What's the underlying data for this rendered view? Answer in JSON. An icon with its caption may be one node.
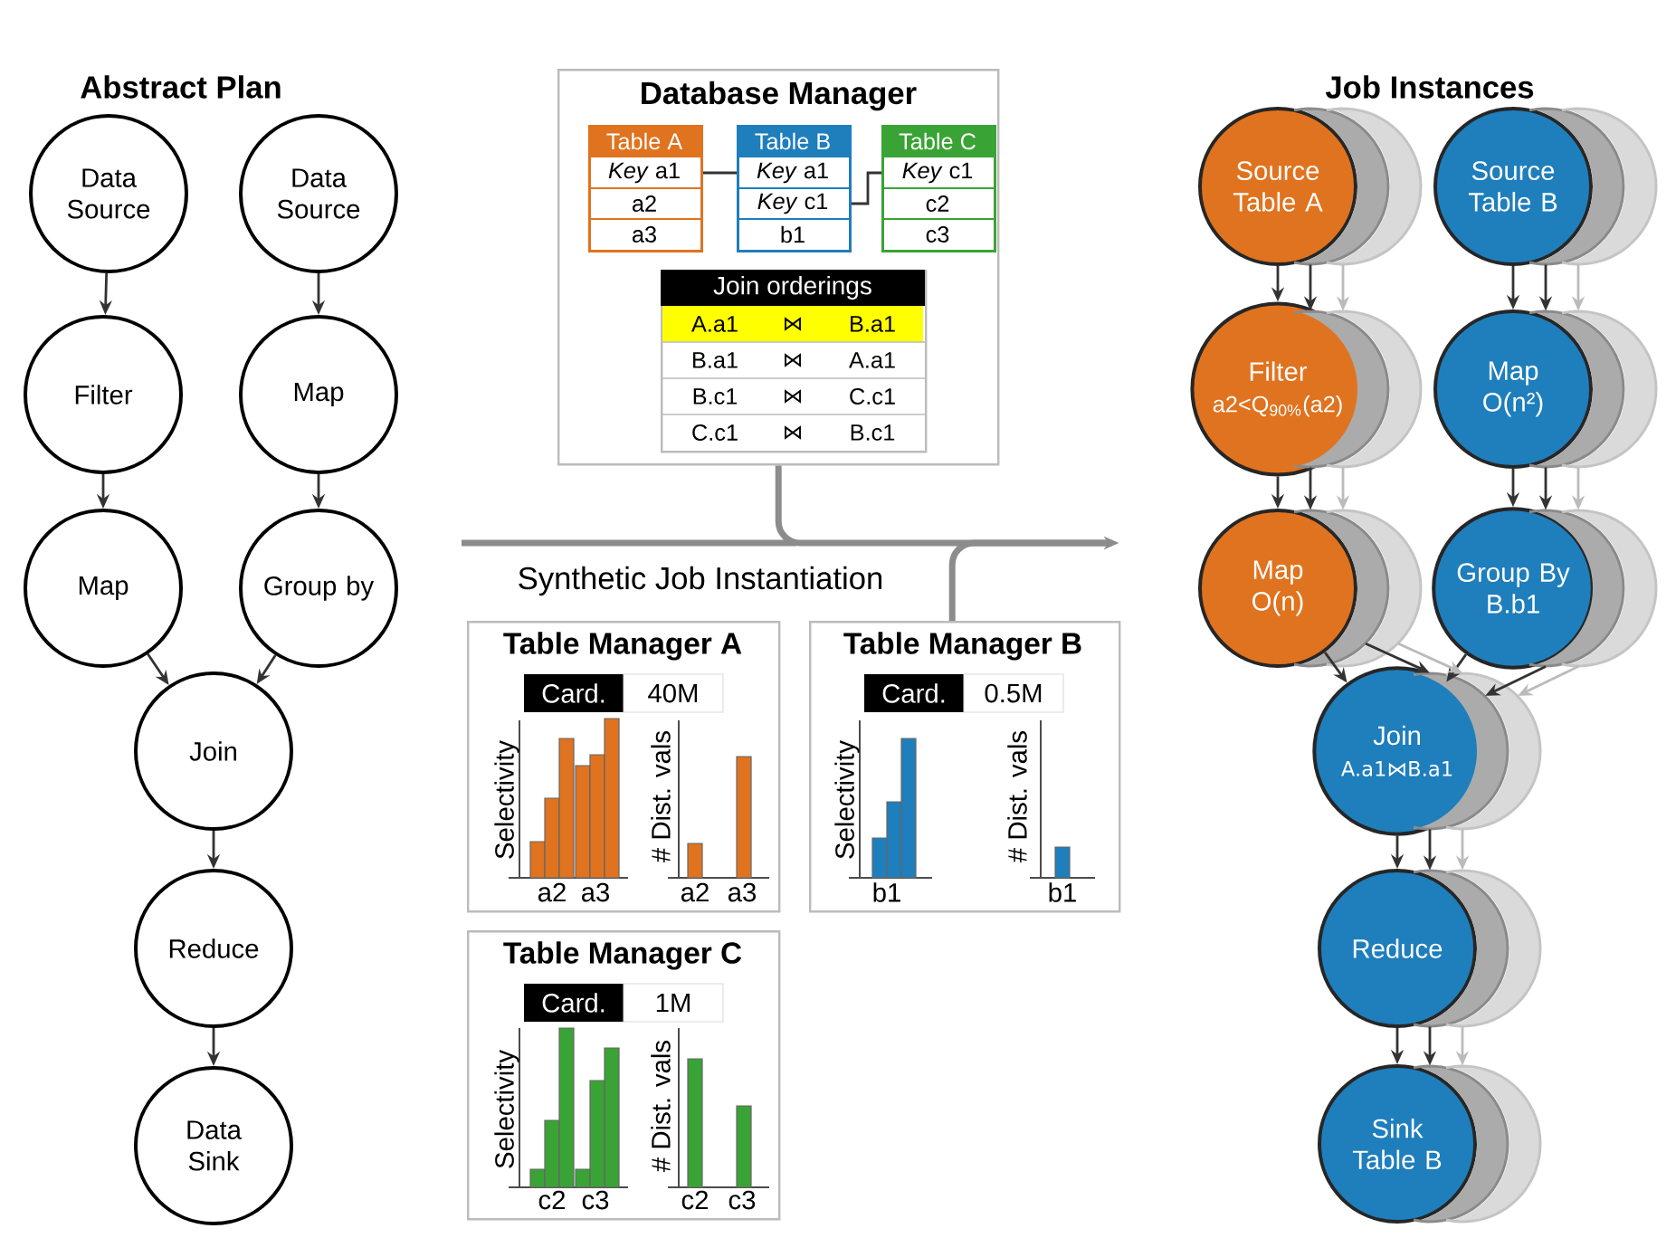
{
  "diagram": {
    "nodes": [
      {
        "text": [
          "Data Source"
        ]
      },
      {
        "text": [
          "Data Source"
        ]
      },
      {
        "text": [
          "Filter"
        ]
      },
      {
        "text": [
          "Map"
        ]
      },
      {
        "text": [
          "Map"
        ]
      },
      {
        "text": [
          "Group by"
        ]
      },
      {
        "text": [
          "Join"
        ]
      },
      {
        "text": [
          "Reduce"
        ]
      },
      {
        "text": [
          "Data Sink"
        ]
      },
      {
        "text": [
          "Database Manager"
        ]
      },
      {
        "text": [
          "Table A",
          "*Key* a1",
          "a2",
          "a3"
        ],
        "in": 9
      },
      {
        "text": [
          "Table B",
          "*Key* a1",
          "*Key* c1",
          "b1"
        ],
        "in": 9
      },
      {
        "text": [
          "Table C",
          "*Key* c1",
          "c2",
          "c3"
        ],
        "in": 9
      },
      {
        "text": [
          "Join orderings",
          "A.a1",
          "⋈",
          "B.a1",
          "B.a1",
          "⋈",
          "A.a1",
          "B.c1",
          "⋈",
          "C.c1",
          "C.c1",
          "⋈",
          "B.c1"
        ],
        "in": 9
      },
      {
        "text": [
          "Table Manager A",
          "Card.",
          "40M",
          "Selectivity",
          "a2",
          "a3",
          "# Dist. vals",
          "a2",
          "a3"
        ]
      },
      {
        "text": [
          "Table Manager B",
          "Card.",
          "0.5M",
          "Selectivity",
          "b1",
          "# Dist. vals",
          "b1"
        ]
      },
      {
        "text": [
          "Table Manager C",
          "Card.",
          "1M",
          "Selectivity",
          "c2",
          "c3",
          "# Dist. vals",
          "c2",
          "c3"
        ]
      },
      {
        "text": [
          "Source Table A"
        ]
      },
      {
        "text": [
          "Source Table B"
        ]
      },
      {
        "text": [
          "Filter",
          "a2<Q$_{90%}$(a2)"
        ]
      },
      {
        "text": [
          "Map",
          "O(n²)"
        ]
      },
      {
        "text": [
          "Map",
          "O(n)"
        ]
      },
      {
        "text": [
          "Group By",
          "B.b1"
        ]
      },
      {
        "text": [
          "Join",
          "A.a1⋈B.a1"
        ]
      },
      {
        "text": [
          "Reduce"
        ]
      },
      {
        "text": [
          "Sink Table B"
        ]
      },
      {
        "text": [],
        "shape": "circle"
      },
      {
        "text": [],
        "shape": "circle"
      },
      {
        "text": [],
        "shape": "circle"
      },
      {
        "text": [],
        "shape": "circle"
      },
      {
        "text": [],
        "shape": "circle"
      },
      {
        "text": [],
        "shape": "circle"
      },
      {
        "text": [],
        "shape": "circle"
      },
      {
        "text": [],
        "shape": "circle"
      },
      {
        "text": [],
        "shape": "circle"
      },
      {
        "text": [],
        "shape": "circle"
      },
      {
        "text": [],
        "shape": "circle"
      },
      {
        "text": [],
        "shape": "circle"
      },
      {
        "text": [],
        "shape": "circle"
      },
      {
        "text": [],
        "shape": "circle"
      },
      {
        "text": [],
        "shape": "circle"
      },
      {
        "text": [],
        "shape": "circle"
      },
      {
        "text": [],
        "shape": "circle"
      },
      {
        "text": [],
        "shape": "circle"
      }
    ],
    "edges": [
      {
        "from": 0,
        "to": 2,
        "arrow": "to"
      },
      {
        "from": 2,
        "to": 4,
        "arrow": "to"
      },
      {
        "from": 4,
        "to": 6,
        "arrow": "to"
      },
      {
        "from": 1,
        "to": 3,
        "arrow": "to"
      },
      {
        "from": 3,
        "to": 5,
        "arrow": "to"
      },
      {
        "from": 5,
        "to": 6,
        "arrow": "to"
      },
      {
        "from": 6,
        "to": 7,
        "arrow": "to"
      },
      {
        "from": 7,
        "to": 8,
        "arrow": "to"
      },
      {
        "from": 10,
        "to": 11,
        "arrow": "none"
      },
      {
        "from": 11,
        "to": 12,
        "arrow": "none"
      },
      {
        "from": 9,
        "to": null,
        "arrow": "to",
        "label": "Synthetic Job Instantiation",
        "style": "thick",
        "color": "#8c8c8c"
      },
      {
        "from": 15,
        "to": null,
        "arrow": "to",
        "style": "thick",
        "color": "#8c8c8c"
      },
      {
        "from": 17,
        "to": 19,
        "arrow": "to"
      },
      {
        "from": 19,
        "to": 21,
        "arrow": "to"
      },
      {
        "from": 21,
        "to": 23,
        "arrow": "to"
      },
      {
        "from": 18,
        "to": 20,
        "arrow": "to"
      },
      {
        "from": 20,
        "to": 22,
        "arrow": "to"
      },
      {
        "from": 22,
        "to": 23,
        "arrow": "to"
      },
      {
        "from": 23,
        "to": 24,
        "arrow": "to"
      },
      {
        "from": 24,
        "to": 25,
        "arrow": "to"
      },
      {
        "from": 26,
        "to": 30,
        "arrow": "to"
      },
      {
        "from": 30,
        "to": 34,
        "arrow": "to"
      },
      {
        "from": 34,
        "to": 38,
        "arrow": "to"
      },
      {
        "from": 28,
        "to": 32,
        "arrow": "to"
      },
      {
        "from": 32,
        "to": 36,
        "arrow": "to"
      },
      {
        "from": 36,
        "to": 38,
        "arrow": "to"
      },
      {
        "from": 38,
        "to": 40,
        "arrow": "to"
      },
      {
        "from": 40,
        "to": 42,
        "arrow": "to"
      },
      {
        "from": 27,
        "to": 31,
        "arrow": "to",
        "color": "#bbbbbb"
      },
      {
        "from": 31,
        "to": 35,
        "arrow": "to",
        "color": "#bbbbbb"
      },
      {
        "from": 35,
        "to": 39,
        "arrow": "to",
        "color": "#bbbbbb"
      },
      {
        "from": 29,
        "to": 33,
        "arrow": "to",
        "color": "#bbbbbb"
      },
      {
        "from": 33,
        "to": 37,
        "arrow": "to",
        "color": "#bbbbbb"
      },
      {
        "from": 37,
        "to": 39,
        "arrow": "to",
        "color": "#bbbbbb"
      },
      {
        "from": 39,
        "to": 41,
        "arrow": "to",
        "color": "#bbbbbb"
      },
      {
        "from": 41,
        "to": 43,
        "arrow": "to",
        "color": "#bbbbbb"
      }
    ],
    "labels": [
      "Abstract Plan",
      "Job Instances"
    ]
  }
}
